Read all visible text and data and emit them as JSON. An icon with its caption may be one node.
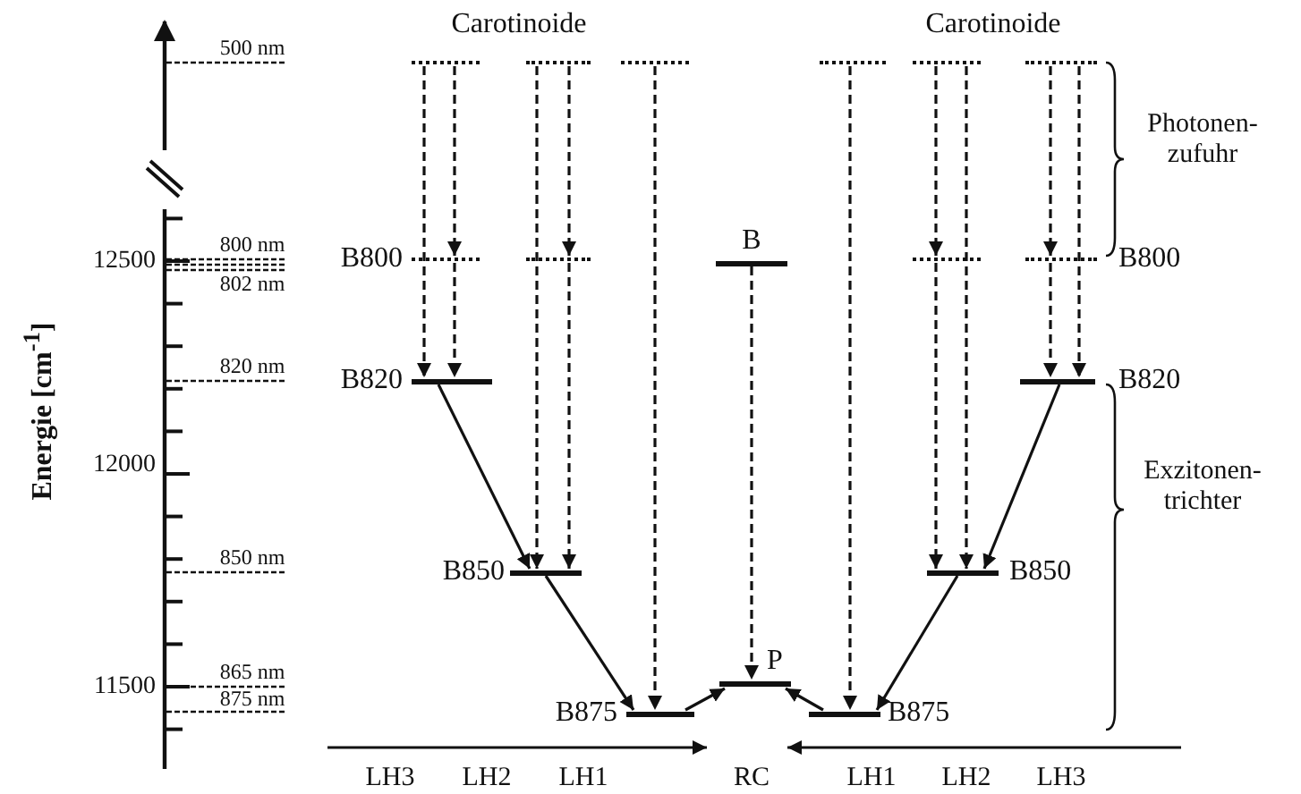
{
  "diagram": {
    "nodes": [
      {
        "text": [],
        "shape": "line"
      },
      {
        "text": [],
        "shape": "line"
      },
      {
        "text": [],
        "shape": "line"
      },
      {
        "text": [],
        "shape": "line"
      },
      {
        "text": [],
        "shape": "line"
      },
      {
        "text": [],
        "shape": "line"
      },
      {
        "text": [],
        "shape": "line",
        "beside": [
          "B800"
        ]
      },
      {
        "text": [],
        "shape": "line"
      },
      {
        "text": [],
        "shape": "bar",
        "beside": [
          "B"
        ]
      },
      {
        "text": [],
        "shape": "line"
      },
      {
        "text": [],
        "shape": "line",
        "beside": [
          "B800"
        ]
      },
      {
        "text": [],
        "shape": "bar",
        "beside": [
          "B820"
        ]
      },
      {
        "text": [],
        "shape": "bar",
        "beside": [
          "B820"
        ]
      },
      {
        "text": [],
        "shape": "bar",
        "beside": [
          "B850"
        ]
      },
      {
        "text": [],
        "shape": "bar",
        "beside": [
          "B850"
        ]
      },
      {
        "text": [],
        "shape": "bar",
        "beside": [
          "P"
        ]
      },
      {
        "text": [],
        "shape": "bar",
        "beside": [
          "B875"
        ]
      },
      {
        "text": [],
        "shape": "bar",
        "beside": [
          "B875"
        ]
      }
    ],
    "edges": [
      {
        "from": 0,
        "to": 11,
        "arrow": "to",
        "style": "dashed"
      },
      {
        "from": 0,
        "to": 6,
        "arrow": "to",
        "style": "dashed"
      },
      {
        "from": 6,
        "to": 11,
        "arrow": "to",
        "style": "dashed"
      },
      {
        "from": 1,
        "to": 13,
        "arrow": "to",
        "style": "dashed"
      },
      {
        "from": 1,
        "to": 7,
        "arrow": "to",
        "style": "dashed"
      },
      {
        "from": 7,
        "to": 13,
        "arrow": "to",
        "style": "dashed"
      },
      {
        "from": 2,
        "to": 16,
        "arrow": "to",
        "style": "dashed"
      },
      {
        "from": 8,
        "to": 15,
        "arrow": "to",
        "style": "dashed"
      },
      {
        "from": 3,
        "to": 17,
        "arrow": "to",
        "style": "dashed"
      },
      {
        "from": 4,
        "to": 9,
        "arrow": "to",
        "style": "dashed"
      },
      {
        "from": 9,
        "to": 14,
        "arrow": "to",
        "style": "dashed"
      },
      {
        "from": 4,
        "to": 14,
        "arrow": "to",
        "style": "dashed"
      },
      {
        "from": 5,
        "to": 10,
        "arrow": "to",
        "style": "dashed"
      },
      {
        "from": 10,
        "to": 12,
        "arrow": "to",
        "style": "dashed"
      },
      {
        "from": 5,
        "to": 12,
        "arrow": "to",
        "style": "dashed"
      },
      {
        "from": 11,
        "to": 13,
        "arrow": "to"
      },
      {
        "from": 13,
        "to": 16,
        "arrow": "to"
      },
      {
        "from": 16,
        "to": 15,
        "arrow": "to"
      },
      {
        "from": 17,
        "to": 15,
        "arrow": "to"
      },
      {
        "from": 12,
        "to": 14,
        "arrow": "to"
      },
      {
        "from": 14,
        "to": 17,
        "arrow": "to"
      }
    ],
    "labels": [
      "Carotinoide",
      "Carotinoide",
      "500 nm",
      "Photonen- zufuhr",
      "800 nm",
      "12500",
      "802 nm",
      "820 nm",
      "Energie [cm$^{-1}$]",
      "12000",
      "Exzitonen- trichter",
      "850 nm",
      "865 nm",
      "11500",
      "875 nm",
      "LH3",
      "LH2",
      "LH1",
      "RC",
      "LH1",
      "LH2",
      "LH3"
    ]
  }
}
